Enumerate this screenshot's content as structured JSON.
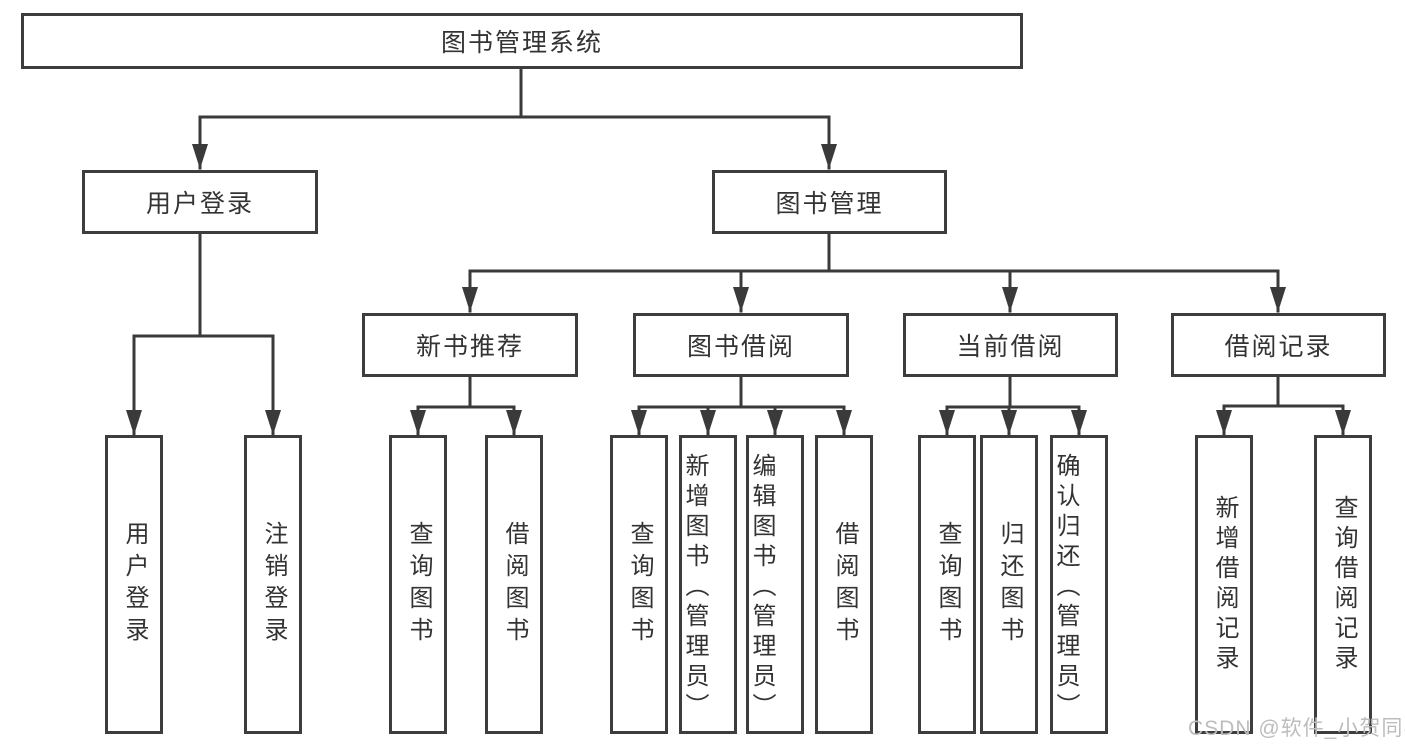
{
  "diagram": {
    "title": "图书管理系统",
    "watermark": "CSDN @软件_小贺同学",
    "colors": {
      "background": "#ffffff",
      "box_border": "#3d3d3d",
      "connector_line": "#3a3a3a",
      "text": "#333333",
      "watermark_text": "#bdbdbd"
    },
    "nodes": {
      "root": {
        "label": "图书管理系统"
      },
      "user_login": {
        "label": "用户登录"
      },
      "book_management": {
        "label": "图书管理"
      },
      "new_book_recommend": {
        "label": "新书推荐"
      },
      "book_borrow": {
        "label": "图书借阅"
      },
      "current_borrow": {
        "label": "当前借阅"
      },
      "borrow_records": {
        "label": "借阅记录"
      }
    },
    "leaves": [
      {
        "label": "用户登录"
      },
      {
        "label": "注销登录"
      },
      {
        "label": "查询图书"
      },
      {
        "label": "借阅图书"
      },
      {
        "label": "查询图书"
      },
      {
        "label": "新增图书（管理员）"
      },
      {
        "label": "编辑图书（管理员）"
      },
      {
        "label": "借阅图书"
      },
      {
        "label": "查询图书"
      },
      {
        "label": "归还图书"
      },
      {
        "label": "确认归还（管理员）"
      },
      {
        "label": "新增借阅记录"
      },
      {
        "label": "查询借阅记录"
      }
    ]
  }
}
